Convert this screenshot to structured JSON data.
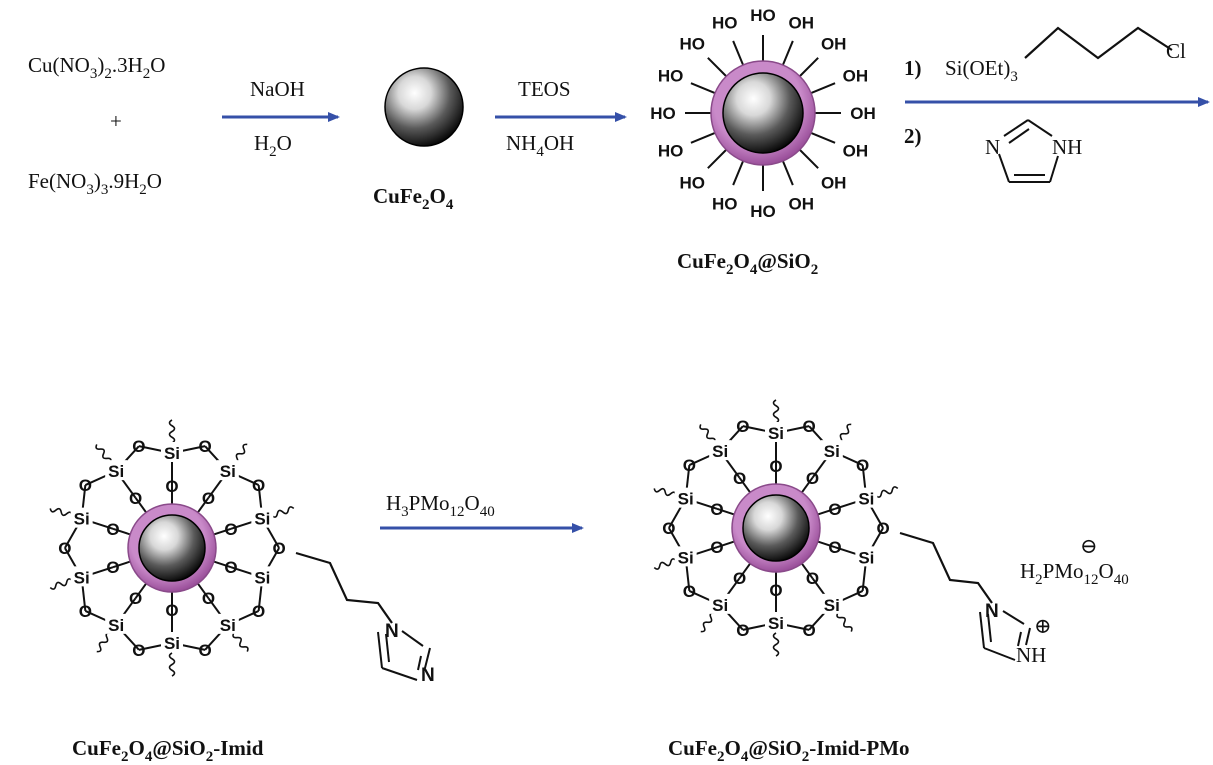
{
  "reactants": {
    "copper_salt": "Cu(NO3)2.3H2O",
    "plus": "+",
    "iron_salt": "Fe(NO3)3.9H2O"
  },
  "step1": {
    "reagent_top": "NaOH",
    "reagent_bottom": "H2O",
    "product": "CuFe2O4"
  },
  "step2": {
    "reagent_top": "TEOS",
    "reagent_bottom": "NH4OH",
    "product": "CuFe2O4@SiO2",
    "surface_group": "HO"
  },
  "step3": {
    "step1_number": "1)",
    "step2_number": "2)",
    "silane": "Si(OEt)3",
    "chloride": "Cl",
    "imidazole_N": "N",
    "imidazole_NH": "NH"
  },
  "step4": {
    "reagent": "H3PMo12O40",
    "anion": "H2PMo12O40",
    "anion_charge": "⊖",
    "cation_charge": "⊕"
  },
  "products": {
    "imid": "CuFe2O4@SiO2-Imid",
    "pmo": "CuFe2O4@SiO2-Imid-PMo"
  },
  "atoms": {
    "si": "Si",
    "o": "O",
    "n": "N",
    "nh": "NH"
  },
  "colors": {
    "arrow": "#3550a8",
    "shell": "#b064b0",
    "core_dark": "#151515",
    "text": "#111111"
  }
}
